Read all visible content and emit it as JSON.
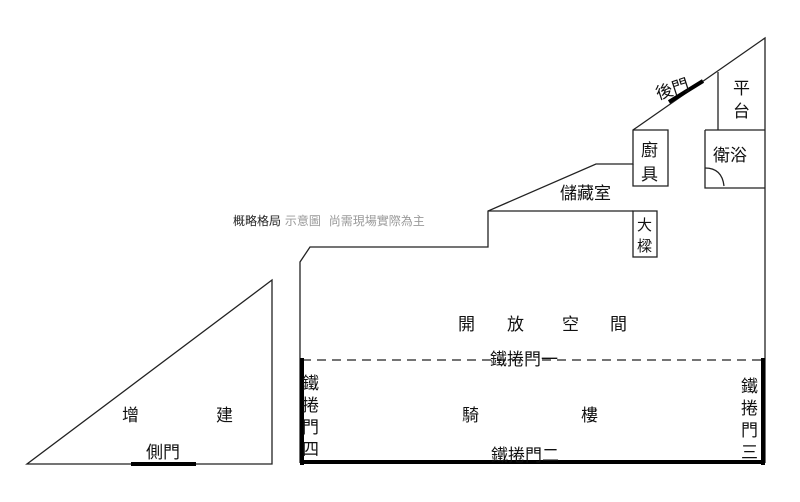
{
  "note": {
    "part1": "概略格局",
    "part2": "示意圖",
    "part3": "尚需現場實際為主"
  },
  "rooms": {
    "back_door": "後門",
    "platform_1": "平",
    "platform_2": "台",
    "kitchen_1": "廚",
    "kitchen_2": "具",
    "bathroom": "衛浴",
    "storage": "儲藏室",
    "beam_1": "大",
    "beam_2": "樑",
    "open_space": [
      "開",
      "放",
      "空",
      "間"
    ],
    "arcade": [
      "騎",
      "樓"
    ],
    "extension": [
      "增",
      "建"
    ],
    "side_door": "側門"
  },
  "shutters": {
    "one": "鐵捲門一",
    "two": "鐵捲門二",
    "three": [
      "鐵",
      "捲",
      "門",
      "三"
    ],
    "four": [
      "鐵",
      "捲",
      "門",
      "四"
    ]
  },
  "colors": {
    "line": "#222222",
    "thick": "#000000",
    "note_grey": "#9a9a9a"
  }
}
